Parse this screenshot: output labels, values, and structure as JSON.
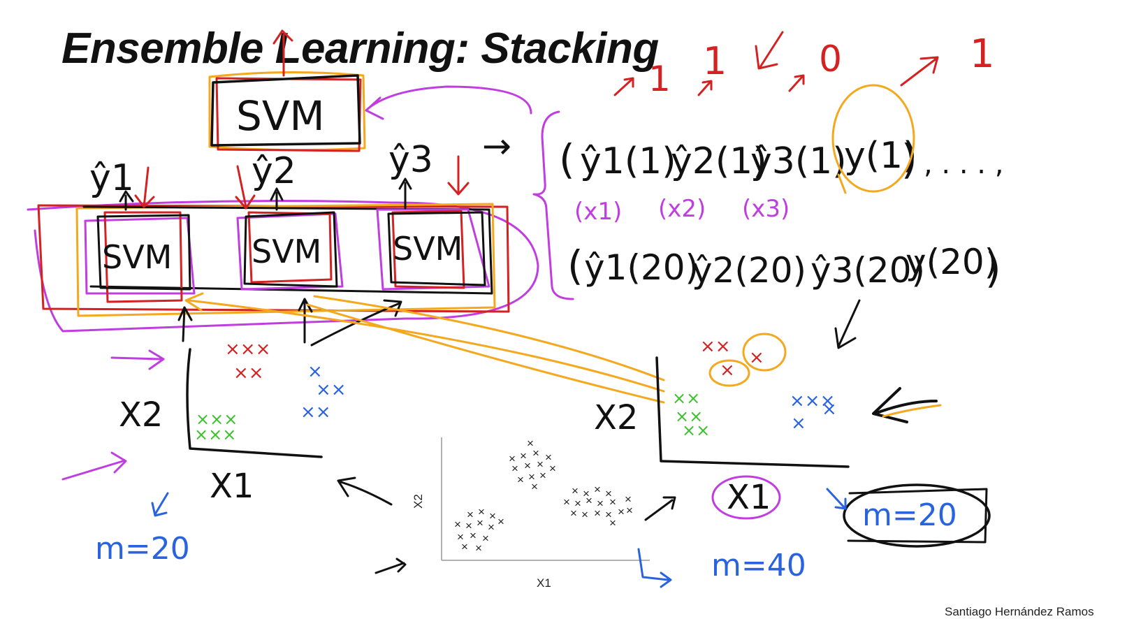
{
  "slide": {
    "title": "Ensemble Learning: Stacking",
    "credit": "Santiago Hernández Ramos"
  },
  "diagram": {
    "meta_model": "SVM",
    "base_models": [
      "SVM",
      "SVM",
      "SVM"
    ],
    "base_outputs": [
      "ŷ1",
      "ŷ2",
      "ŷ3"
    ],
    "arrow": "→",
    "tuple_first": [
      "ŷ1(1)",
      "ŷ2(1)",
      "ŷ3(1)",
      "y(1)"
    ],
    "tuple_inputs": [
      "(x1)",
      "(x2)",
      "(x3)"
    ],
    "tuple_last": [
      "ŷ1(20)",
      "ŷ2(20)",
      "ŷ3(20)",
      "y(20)"
    ],
    "ellipsis": ", . . . ,",
    "top_labels": [
      "1",
      "1",
      "0",
      "1"
    ],
    "left_plot": {
      "xlabel": "X1",
      "ylabel": "X2",
      "m": "m=20"
    },
    "right_plot": {
      "xlabel": "X1",
      "ylabel": "X2",
      "m": "m=20"
    },
    "center_plot": {
      "xlabel": "X1",
      "ylabel": "X2",
      "m": "m=40"
    }
  },
  "colors": {
    "black": "#111111",
    "red": "#d42121",
    "orange": "#f4a81d",
    "magenta": "#c03ee0",
    "blue": "#2a63e0",
    "green": "#3cc12e",
    "plot_red": "#e8675e",
    "plot_teal": "#1f9c8a",
    "plot_cyan": "#39a6d8"
  }
}
